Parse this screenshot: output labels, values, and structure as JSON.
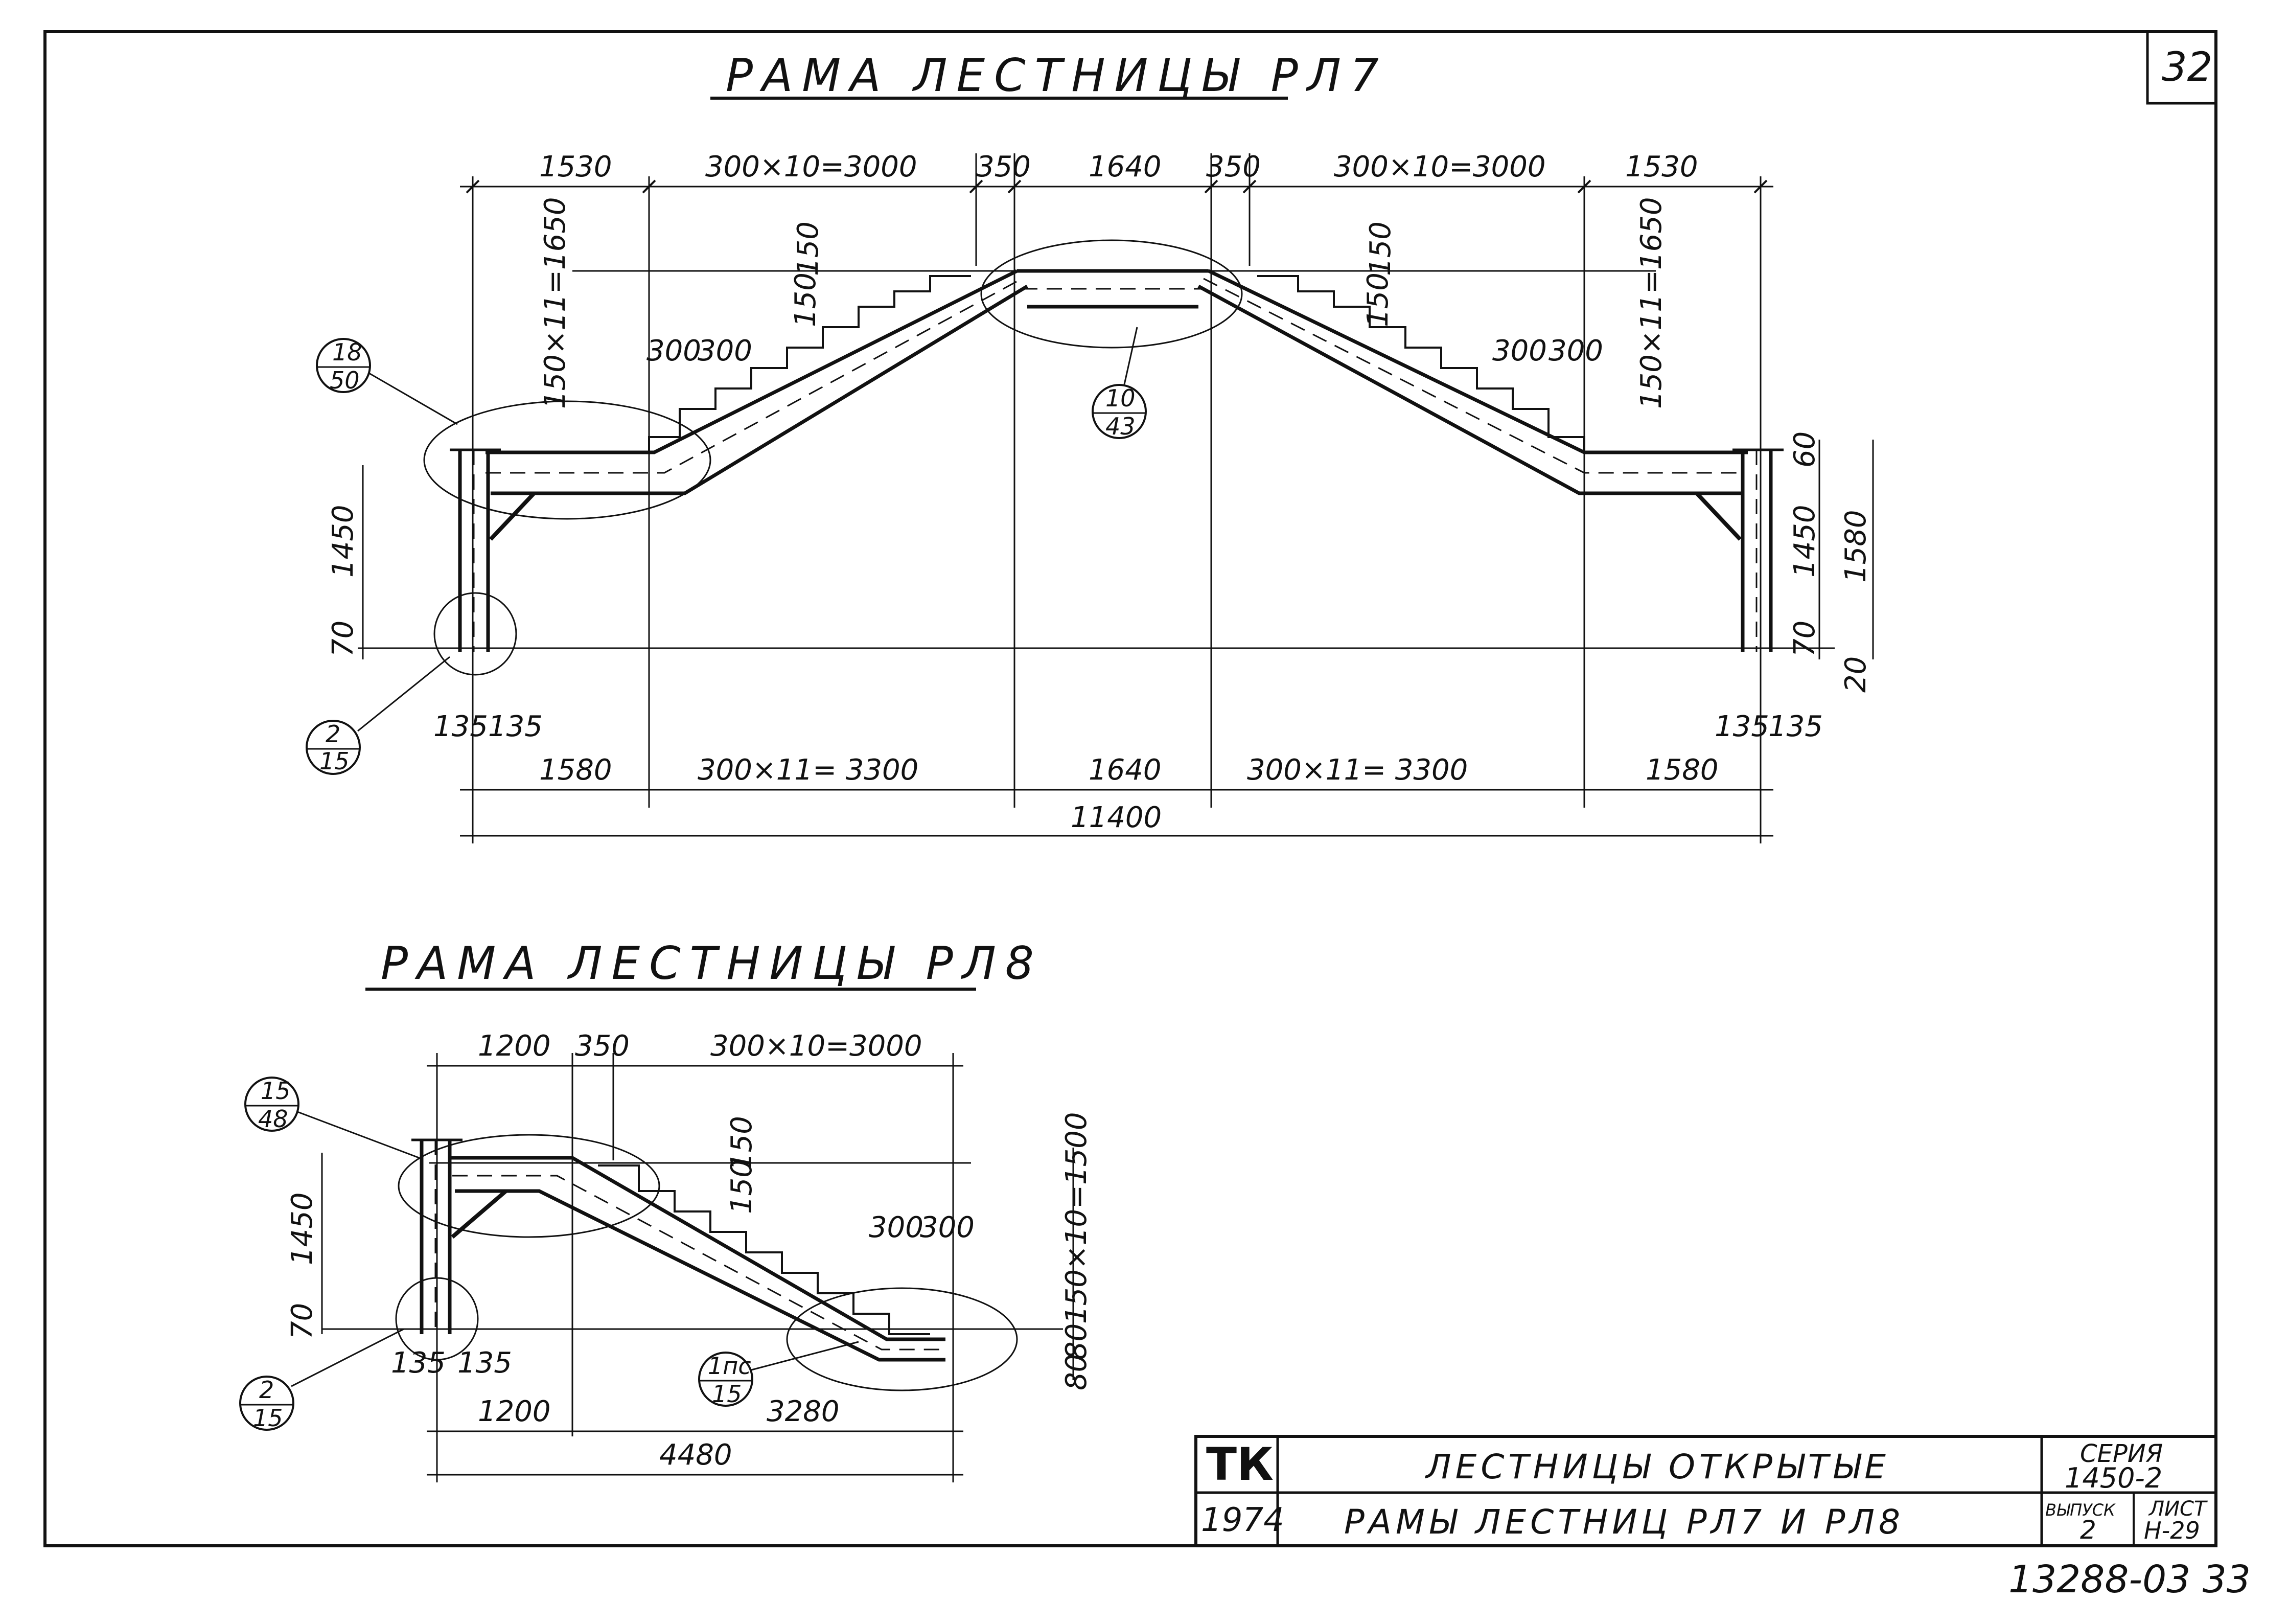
{
  "sheet": {
    "number": "32",
    "stamp": "13288-03  33"
  },
  "rl7": {
    "title": "РАМА  ЛЕСТНИЦЫ  РЛ7",
    "dims_top": [
      "1530",
      "300×10=3000",
      "350",
      "1640",
      "350",
      "300×10=3000",
      "1530"
    ],
    "dims_bottom": [
      "1580",
      "300×11= 3300",
      "1640",
      "300×11= 3300",
      "1580"
    ],
    "total": "11400",
    "left": {
      "h1": "1450",
      "h2": "70",
      "h3": "150×11=1650",
      "b1": "135",
      "b2": "135"
    },
    "right": {
      "h1": "1450",
      "h2": "70",
      "h3": "150×11=1650",
      "h4": "60",
      "h5": "1580",
      "h6": "20",
      "b1": "135",
      "b2": "135"
    },
    "steps_left": {
      "r1": "150",
      "r2": "150",
      "t1": "300",
      "t2": "300"
    },
    "steps_right": {
      "r1": "150",
      "r2": "150",
      "t1": "300",
      "t2": "300"
    },
    "callouts": [
      {
        "top": "18",
        "bottom": "50"
      },
      {
        "top": "10",
        "bottom": "43"
      },
      {
        "top": "2",
        "bottom": "15"
      }
    ]
  },
  "rl8": {
    "title": "РАМА  ЛЕСТНИЦЫ  РЛ8",
    "dims_top": [
      "1200",
      "350",
      "300×10=3000"
    ],
    "dims_bottom": [
      "1200",
      "3280"
    ],
    "total": "4480",
    "left": {
      "h1": "1450",
      "h2": "70",
      "b1": "135",
      "b2": "135"
    },
    "right": {
      "h1": "150×10=1500",
      "h2": "80",
      "h3": "80"
    },
    "steps": {
      "r1": "150",
      "r2": "150",
      "t1": "300",
      "t2": "300"
    },
    "callouts": [
      {
        "top": "15",
        "bottom": "48"
      },
      {
        "top": "2",
        "bottom": "15"
      },
      {
        "top": "1пс",
        "bottom": "15"
      }
    ]
  },
  "title_block": {
    "logo": "ТК",
    "year": "1974",
    "name": "ЛЕСТНИЦЫ  ОТКРЫТЫЕ",
    "subtitle": "РАМЫ  ЛЕСТНИЦ  РЛ7  И  РЛ8",
    "series_label": "СЕРИЯ",
    "series_value": "1450-2",
    "issue_label": "ВЫПУСК",
    "issue_value": "2",
    "sheet_label": "ЛИСТ",
    "sheet_value": "Н-29"
  }
}
